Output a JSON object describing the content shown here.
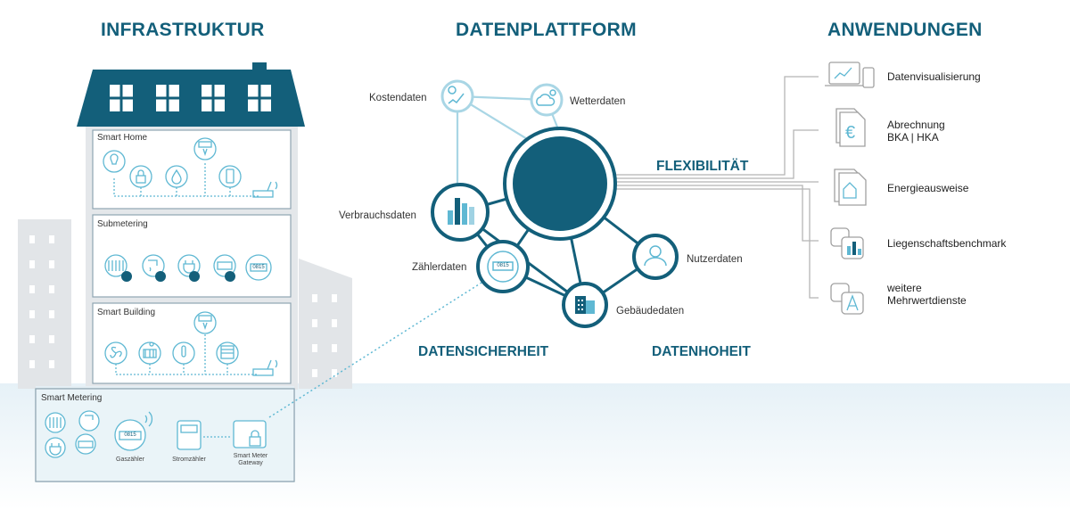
{
  "headers": {
    "infrastructure": "INFRASTRUKTUR",
    "platform": "DATENPLATTFORM",
    "applications": "ANWENDUNGEN"
  },
  "building": {
    "floors": [
      {
        "label": "Smart Home"
      },
      {
        "label": "Submetering"
      },
      {
        "label": "Smart Building"
      },
      {
        "label": "Smart Metering"
      }
    ],
    "metering_items": [
      "Gaszähler",
      "Stromzähler",
      "Smart Meter Gateway"
    ]
  },
  "platform": {
    "nodes": [
      {
        "label": "Kostendaten"
      },
      {
        "label": "Wetterdaten"
      },
      {
        "label": "Verbrauchsdaten"
      },
      {
        "label": "Zählerdaten"
      },
      {
        "label": "Nutzerdaten"
      },
      {
        "label": "Gebäudedaten"
      }
    ],
    "flexibility": "FLEXIBILITÄT",
    "security": "DATENSICHERHEIT",
    "sovereignty": "DATENHOHEIT"
  },
  "applications": [
    {
      "line1": "Datenvisualisierung",
      "line2": ""
    },
    {
      "line1": "Abrechnung",
      "line2": "BKA | HKA"
    },
    {
      "line1": "Energieausweise",
      "line2": ""
    },
    {
      "line1": "Liegenschaftsbenchmark",
      "line2": ""
    },
    {
      "line1": "weitere",
      "line2": "Mehrwertdienste"
    }
  ],
  "colors": {
    "dark_teal": "#135f7a",
    "light_blue": "#5fb8d3",
    "pale_blue": "#9fd2e3",
    "grey_building": "#e2e5e8",
    "line_grey": "#b5b5b5"
  },
  "icons": {
    "meter_display": "0815"
  }
}
